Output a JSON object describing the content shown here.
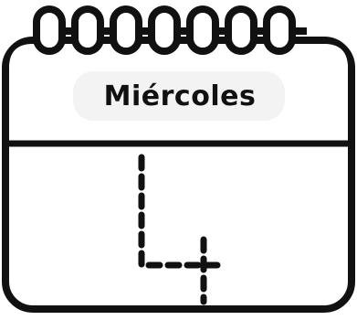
{
  "calendar": {
    "day_name": "Miércoles",
    "day_number": "4",
    "ring_count": 7,
    "colors": {
      "outline": "#111111",
      "page": "#ffffff",
      "header_tint": "#f3f3f3"
    }
  }
}
